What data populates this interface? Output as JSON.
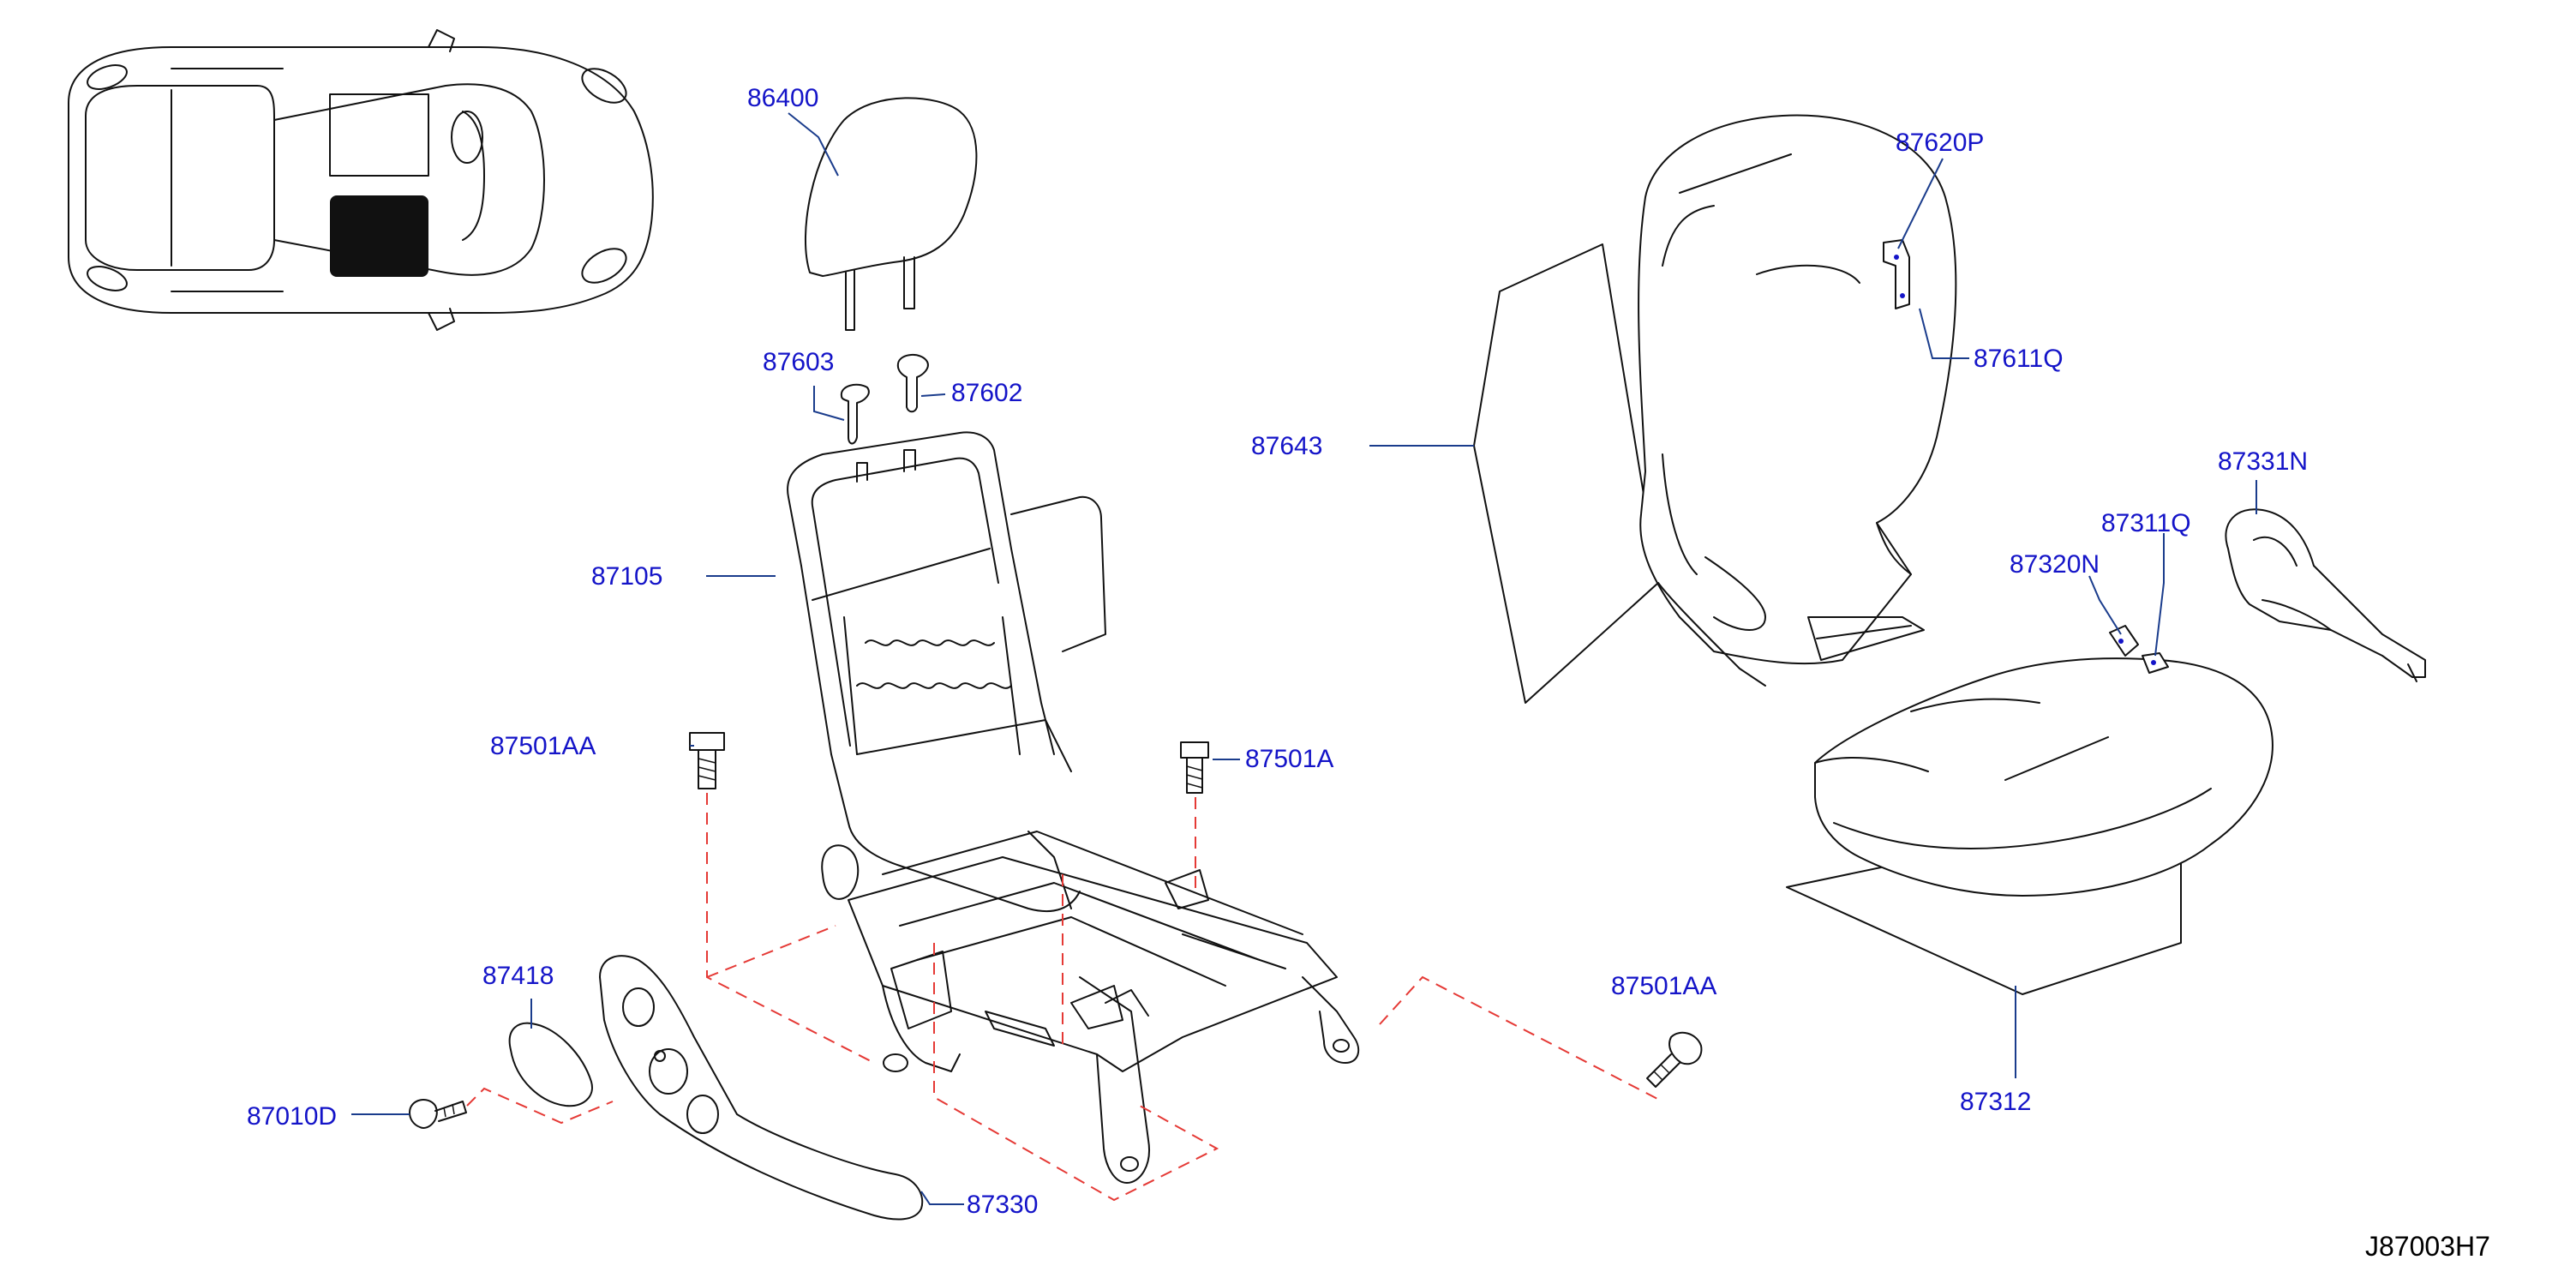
{
  "diagram": {
    "reference_code": "J87003H7",
    "accent_color": "#1414c8",
    "dash_color": "#e53935",
    "parts": [
      {
        "id": "p86400",
        "label": "86400"
      },
      {
        "id": "p87603",
        "label": "87603"
      },
      {
        "id": "p87602",
        "label": "87602"
      },
      {
        "id": "p87105",
        "label": "87105"
      },
      {
        "id": "p87501AA_a",
        "label": "87501AA"
      },
      {
        "id": "p87501A",
        "label": "87501A"
      },
      {
        "id": "p87418",
        "label": "87418"
      },
      {
        "id": "p87010D",
        "label": "87010D"
      },
      {
        "id": "p87330",
        "label": "87330"
      },
      {
        "id": "p87501AA_b",
        "label": "87501AA"
      },
      {
        "id": "p87620P",
        "label": "87620P"
      },
      {
        "id": "p87611Q",
        "label": "87611Q"
      },
      {
        "id": "p87643",
        "label": "87643"
      },
      {
        "id": "p87331N",
        "label": "87331N"
      },
      {
        "id": "p87311Q",
        "label": "87311Q"
      },
      {
        "id": "p87320N",
        "label": "87320N"
      },
      {
        "id": "p87312",
        "label": "87312"
      }
    ]
  }
}
